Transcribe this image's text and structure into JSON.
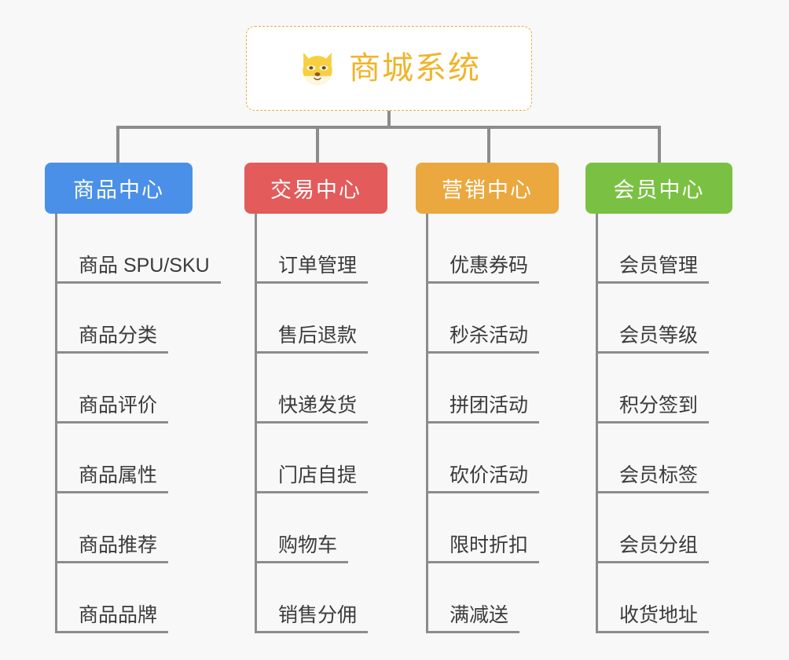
{
  "page": {
    "background_color": "#f8f8f8",
    "connector_color": "#8c8c8c"
  },
  "root": {
    "title": "商城系统",
    "icon": "shiba-dog-face-emoji",
    "border_color": "#e8a93d",
    "text_color": "#f0b429",
    "background_color": "#ffffff"
  },
  "categories": [
    {
      "label": "商品中心",
      "color": "#4a90e8",
      "items": [
        "商品 SPU/SKU",
        "商品分类",
        "商品评价",
        "商品属性",
        "商品推荐",
        "商品品牌"
      ]
    },
    {
      "label": "交易中心",
      "color": "#e35b5b",
      "items": [
        "订单管理",
        "售后退款",
        "快递发货",
        "门店自提",
        "购物车",
        "销售分佣"
      ]
    },
    {
      "label": "营销中心",
      "color": "#eaa83e",
      "items": [
        "优惠券码",
        "秒杀活动",
        "拼团活动",
        "砍价活动",
        "限时折扣",
        "满减送"
      ]
    },
    {
      "label": "会员中心",
      "color": "#7ac143",
      "items": [
        "会员管理",
        "会员等级",
        "积分签到",
        "会员标签",
        "会员分组",
        "收货地址"
      ]
    }
  ]
}
